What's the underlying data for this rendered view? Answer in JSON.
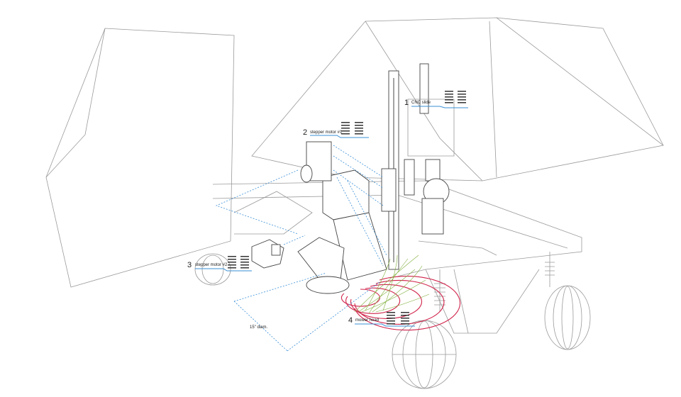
{
  "labels": [
    {
      "number": "1",
      "text": "CNC slide"
    },
    {
      "number": "2",
      "text": "stepper motor #1"
    },
    {
      "number": "3",
      "text": "stepper motor #2"
    },
    {
      "number": "4",
      "text": "mower head"
    }
  ],
  "dimension": "15\" diam.",
  "colors": {
    "callout": "#3a8fd6",
    "cut_radius": "#d0224a",
    "grass": "#7fae3a"
  }
}
